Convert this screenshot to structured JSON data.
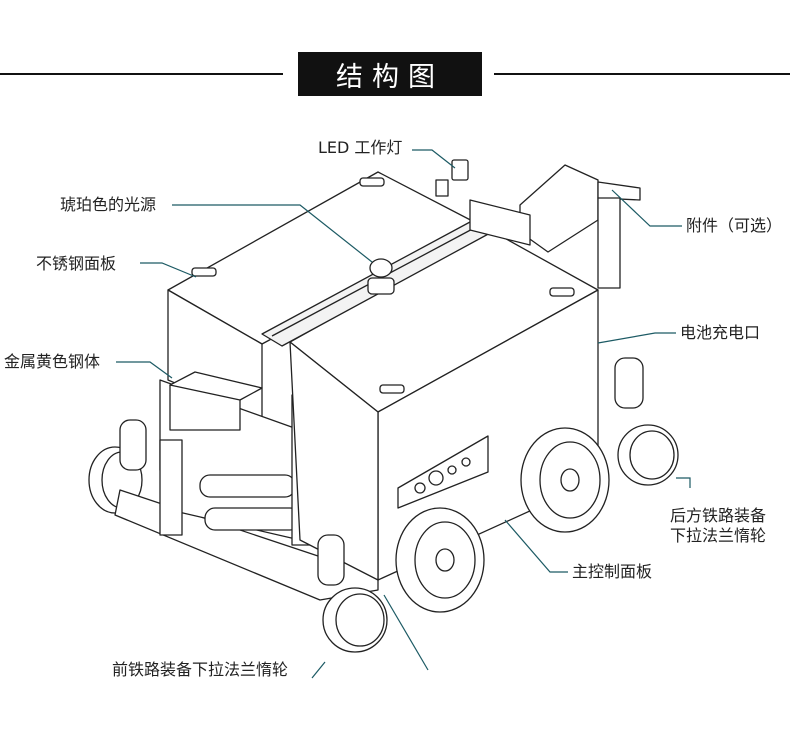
{
  "header": {
    "title": "结构图"
  },
  "labels": {
    "led_work_light": "LED 工作灯",
    "amber_light": "琥珀色的光源",
    "stainless_panel": "不锈钢面板",
    "yellow_steel_body": "金属黄色钢体",
    "attachment_optional": "附件（可选）",
    "battery_charge_port": "电池充电口",
    "rear_rail_wheel_line1": "后方铁路装备",
    "rear_rail_wheel_line2": "下拉法兰惰轮",
    "main_control_panel": "主控制面板",
    "front_rail_wheel": "前铁路装备下拉法兰惰轮"
  },
  "colors": {
    "header_bg": "#111111",
    "leader": "#1c5a64",
    "line": "#222222"
  }
}
